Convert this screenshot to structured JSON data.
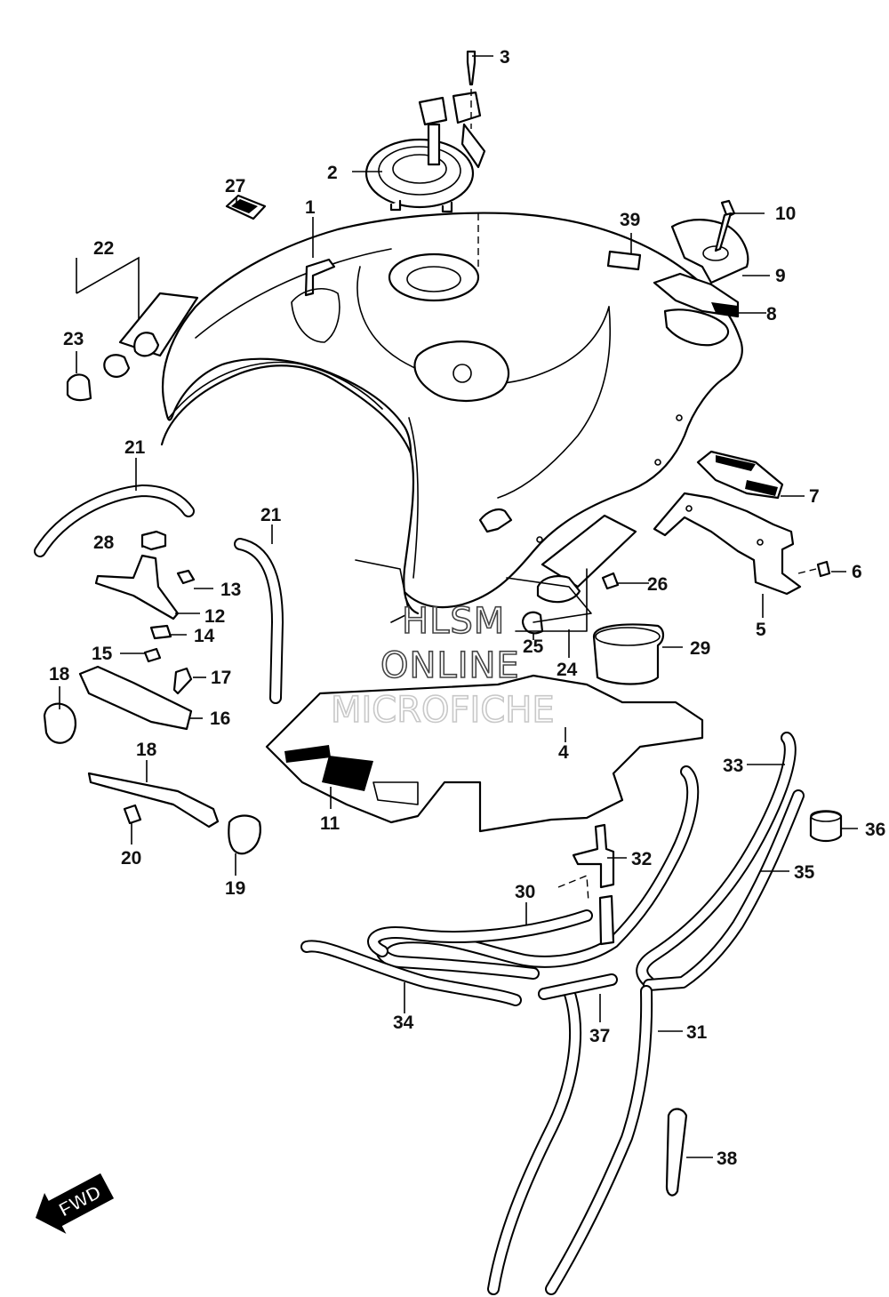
{
  "diagram": {
    "callouts": [
      {
        "id": "c1",
        "label": "1"
      },
      {
        "id": "c2",
        "label": "2"
      },
      {
        "id": "c3",
        "label": "3"
      },
      {
        "id": "c4",
        "label": "4"
      },
      {
        "id": "c5",
        "label": "5"
      },
      {
        "id": "c6",
        "label": "6"
      },
      {
        "id": "c7",
        "label": "7"
      },
      {
        "id": "c8",
        "label": "8"
      },
      {
        "id": "c9",
        "label": "9"
      },
      {
        "id": "c10",
        "label": "10"
      },
      {
        "id": "c11",
        "label": "11"
      },
      {
        "id": "c12",
        "label": "12"
      },
      {
        "id": "c13",
        "label": "13"
      },
      {
        "id": "c14",
        "label": "14"
      },
      {
        "id": "c15",
        "label": "15"
      },
      {
        "id": "c16",
        "label": "16"
      },
      {
        "id": "c17",
        "label": "17"
      },
      {
        "id": "c18a",
        "label": "18"
      },
      {
        "id": "c18b",
        "label": "18"
      },
      {
        "id": "c19",
        "label": "19"
      },
      {
        "id": "c20",
        "label": "20"
      },
      {
        "id": "c21a",
        "label": "21"
      },
      {
        "id": "c21b",
        "label": "21"
      },
      {
        "id": "c22",
        "label": "22"
      },
      {
        "id": "c23",
        "label": "23"
      },
      {
        "id": "c24",
        "label": "24"
      },
      {
        "id": "c25",
        "label": "25"
      },
      {
        "id": "c26",
        "label": "26"
      },
      {
        "id": "c27",
        "label": "27"
      },
      {
        "id": "c28",
        "label": "28"
      },
      {
        "id": "c29",
        "label": "29"
      },
      {
        "id": "c30",
        "label": "30"
      },
      {
        "id": "c31",
        "label": "31"
      },
      {
        "id": "c32",
        "label": "32"
      },
      {
        "id": "c33",
        "label": "33"
      },
      {
        "id": "c34",
        "label": "34"
      },
      {
        "id": "c35",
        "label": "35"
      },
      {
        "id": "c36",
        "label": "36"
      },
      {
        "id": "c37",
        "label": "37"
      },
      {
        "id": "c38",
        "label": "38"
      },
      {
        "id": "c39",
        "label": "39"
      }
    ],
    "watermark": {
      "line1": "HLSM",
      "line2": "ONLINE",
      "line3": "MICROFICHE"
    },
    "direction_badge": "FWD"
  }
}
